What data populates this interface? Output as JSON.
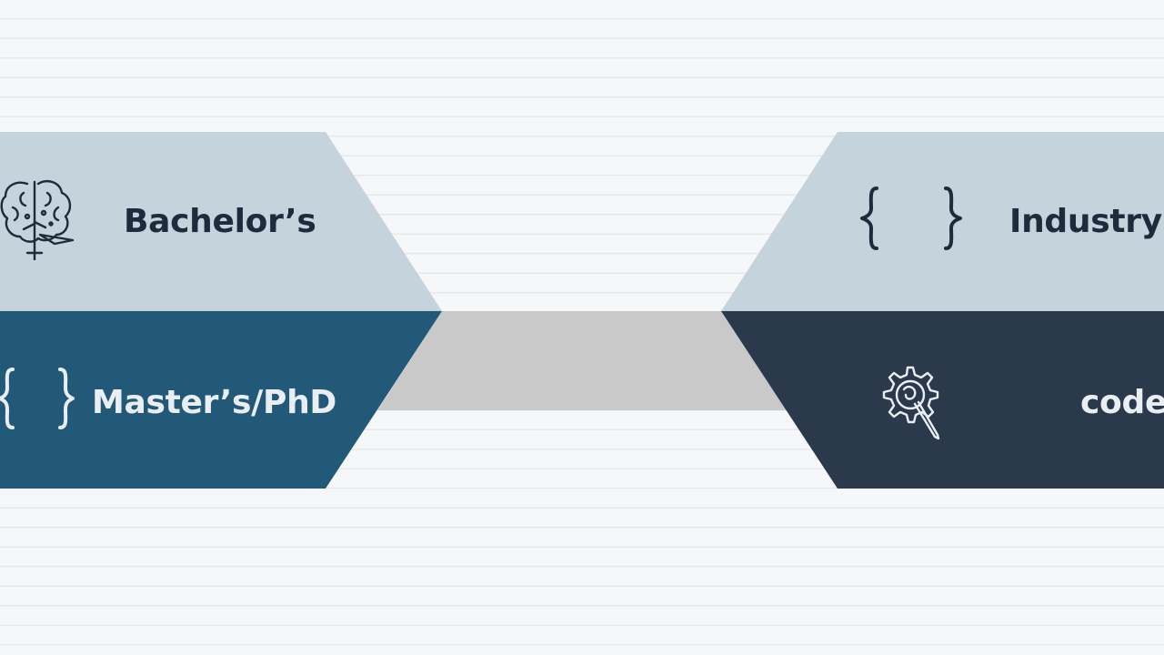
{
  "slide": {
    "left": {
      "top": {
        "label": "Bachelor’s",
        "icon": "brain-icon",
        "fill": "#c5d3dc",
        "text_color": "#1d2b3d"
      },
      "bottom": {
        "label": "Master’s/PhD",
        "icon": "curly-braces-icon",
        "fill": "#235978",
        "text_color": "#e9eef2"
      }
    },
    "right": {
      "top": {
        "label": "Industry",
        "icon": "curly-braces-icon",
        "fill": "#c5d3dc",
        "text_color": "#1d2b3d"
      },
      "bottom": {
        "label": "code",
        "icon": "gear-pen-icon",
        "fill": "#2b394c",
        "text_color": "#e9eef2"
      }
    },
    "bridge_fill": "#c9c9c9",
    "background": "#f6f7f8"
  }
}
